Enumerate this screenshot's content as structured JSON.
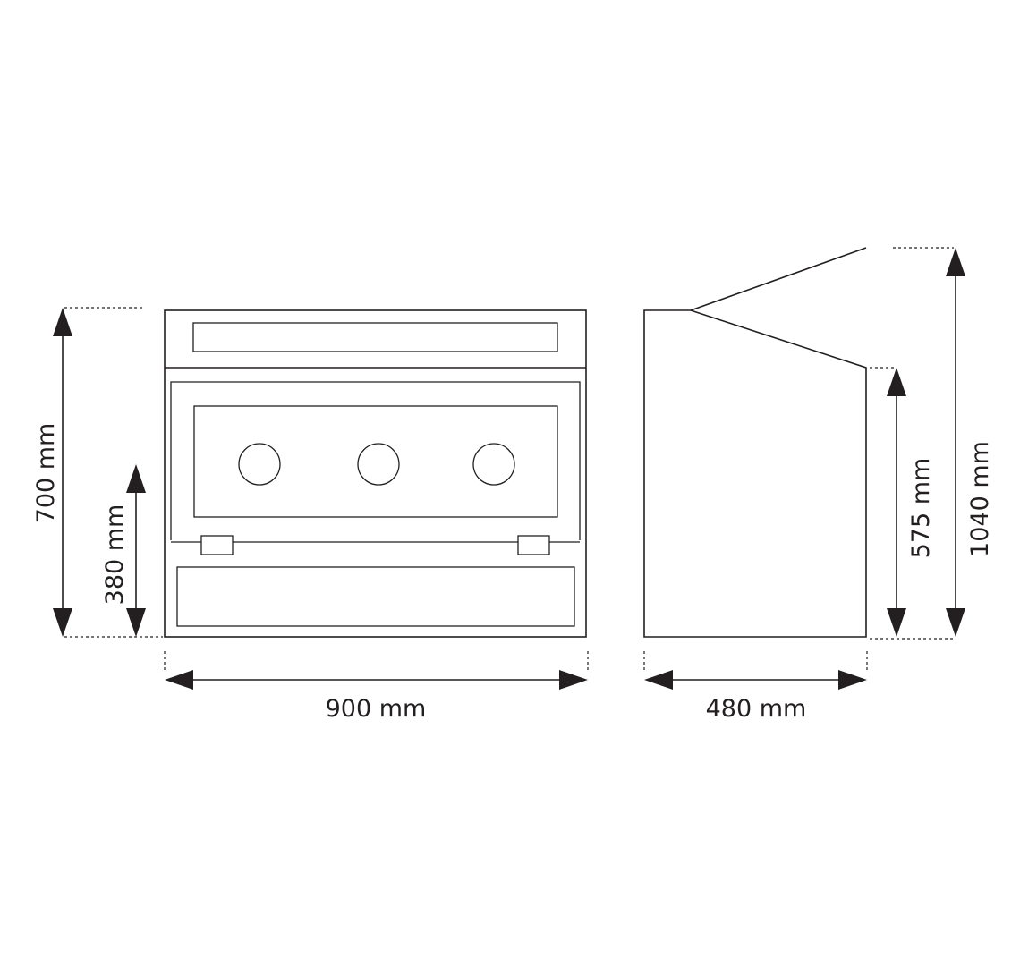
{
  "dimensions": {
    "front_width": "900 mm",
    "front_height": "700 mm",
    "front_inner_height": "380 mm",
    "side_depth": "480 mm",
    "side_front_height": "575 mm",
    "side_total_height": "1040 mm"
  },
  "colors": {
    "line": "#231f20",
    "background": "#ffffff"
  }
}
